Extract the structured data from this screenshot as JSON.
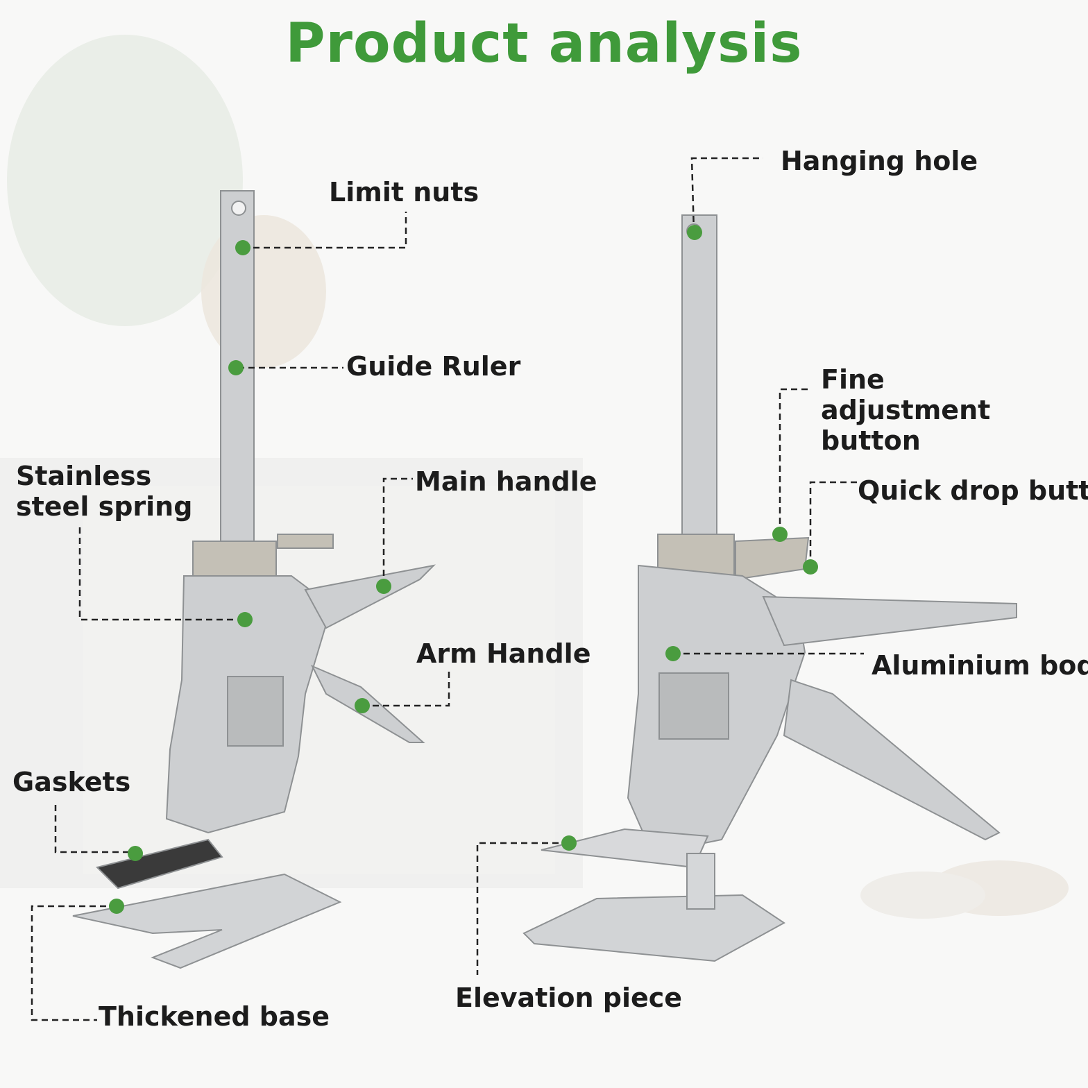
{
  "title": "Product analysis",
  "colors": {
    "title": "#3f9a3a",
    "dot": "#4a9c3f",
    "line": "#222222",
    "metal": "#c9cbcd"
  },
  "labels": {
    "limit_nuts": "Limit nuts",
    "guide_ruler": "Guide Ruler",
    "stainless_spring": "Stainless\nsteel spring",
    "main_handle": "Main handle",
    "arm_handle": "Arm Handle",
    "gaskets": "Gaskets",
    "thickened_base": "Thickened base",
    "hanging_hole": "Hanging hole",
    "fine_adjustment": "Fine adjustment\nbutton",
    "quick_drop": "Quick drop button",
    "aluminium_body": "Aluminium body",
    "elevation_piece": "Elevation piece"
  }
}
